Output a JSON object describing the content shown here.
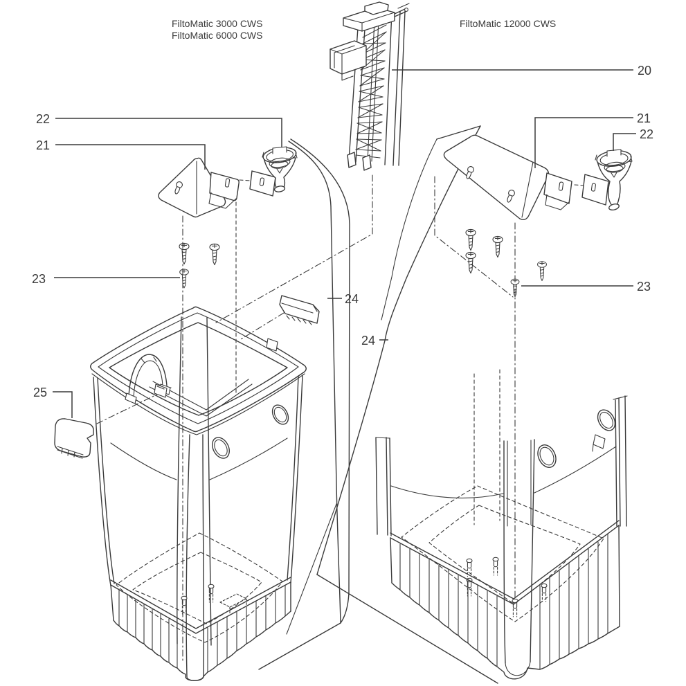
{
  "page": {
    "background": "#ffffff",
    "line_color": "#3a3a3a"
  },
  "titles": {
    "left_line1": "FiltoMatic 3000 CWS",
    "left_line2": "FiltoMatic 6000 CWS",
    "right": "FiltoMatic 12000 CWS"
  },
  "callouts": {
    "part20": "20",
    "left_21": "21",
    "left_22": "22",
    "left_23": "23",
    "left_24": "24",
    "left_25": "25",
    "right_21": "21",
    "right_22": "22",
    "right_23": "23",
    "right_24": "24"
  }
}
